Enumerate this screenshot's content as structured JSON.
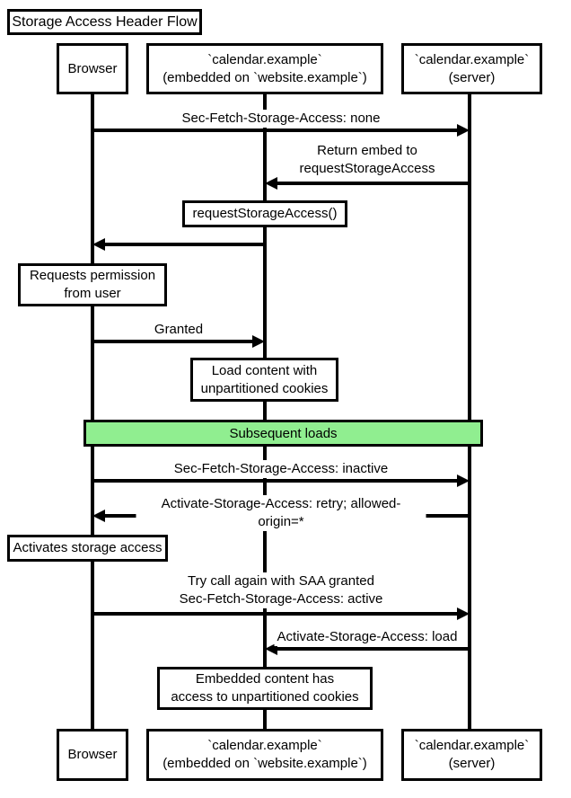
{
  "title": "Storage Access Header Flow",
  "colors": {
    "line": "#000000",
    "box_fill": "#ffffff",
    "band_fill": "#90ee90"
  },
  "actors": {
    "browser": {
      "label": "Browser"
    },
    "embedded": {
      "label": "`calendar.example`\n(embedded on `website.example`)"
    },
    "server": {
      "label": "`calendar.example`\n(server)"
    }
  },
  "band": {
    "label": "Subsequent loads"
  },
  "messages": [
    {
      "label": "Sec-Fetch-Storage-Access: none",
      "from": "browser",
      "to": "server"
    },
    {
      "label": "Return embed to\nrequestStorageAccess",
      "from": "server",
      "to": "embedded"
    },
    {
      "label": "",
      "from": "embedded",
      "to": "browser"
    },
    {
      "label": "Granted",
      "from": "browser",
      "to": "embedded"
    },
    {
      "label": "Sec-Fetch-Storage-Access: inactive",
      "from": "browser",
      "to": "server"
    },
    {
      "label": "Activate-Storage-Access: retry; allowed-origin=*",
      "from": "server",
      "to": "browser"
    },
    {
      "label": "Try call again with SAA granted\nSec-Fetch-Storage-Access: active",
      "from": "browser",
      "to": "server"
    },
    {
      "label": "Activate-Storage-Access: load",
      "from": "server",
      "to": "embedded"
    }
  ],
  "notes": [
    {
      "label": "requestStorageAccess()",
      "over": "embedded"
    },
    {
      "label": "Requests permission\nfrom user",
      "over": "browser"
    },
    {
      "label": "Load content with\nunpartitioned cookies",
      "over": "embedded"
    },
    {
      "label": "Activates storage access",
      "over": "browser"
    },
    {
      "label": "Embedded content has\naccess to unpartitioned cookies",
      "over": "embedded"
    }
  ]
}
